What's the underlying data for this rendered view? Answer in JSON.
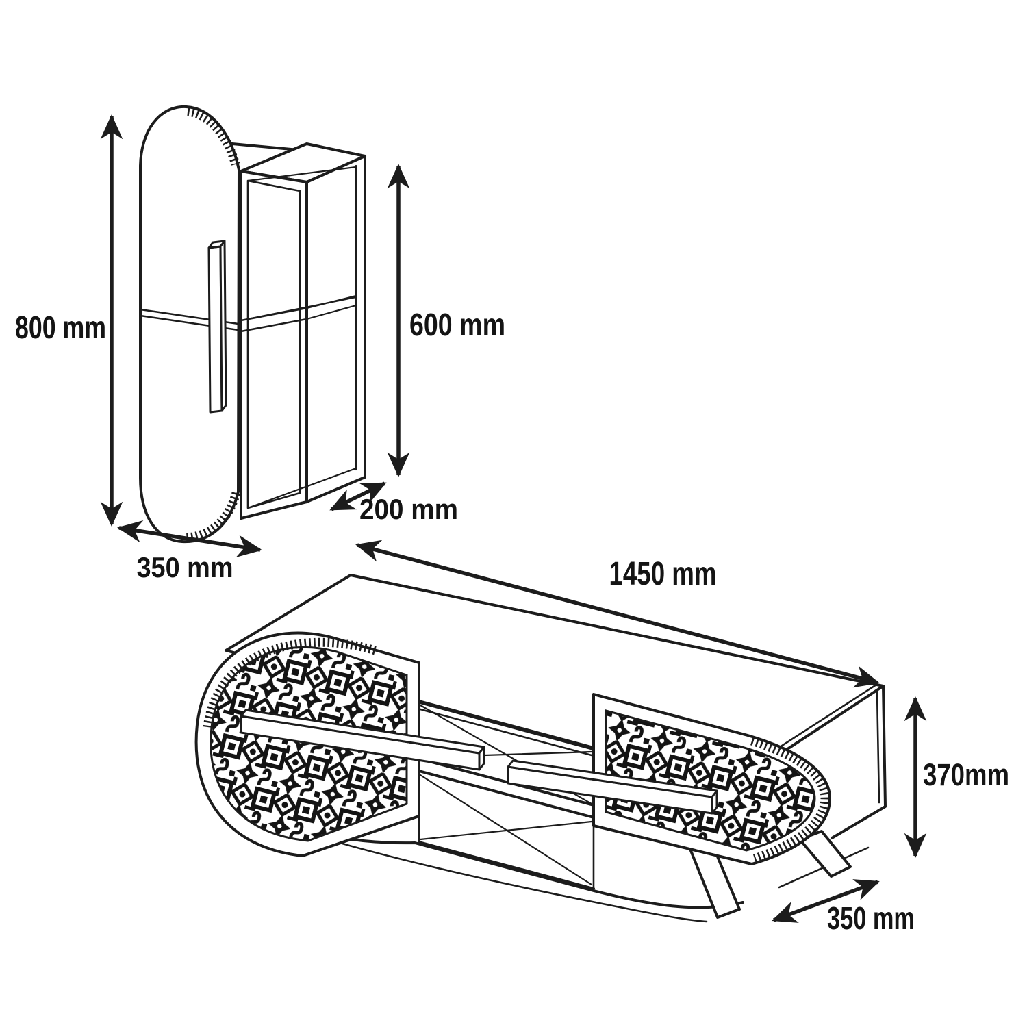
{
  "page": {
    "background": "#ffffff",
    "line_color": "#1c1c1c",
    "text_color": "#141414"
  },
  "figure": {
    "kind": "furniture dimension line drawing",
    "items": [
      {
        "id": "wall-cabinet",
        "description": "wall-hung cabinet with oval pill-shaped door and open shelf box",
        "dimensions": {
          "overall_height": "800 mm",
          "box_height": "600 mm",
          "depth": "200 mm",
          "width": "350 mm"
        }
      },
      {
        "id": "tv-stand",
        "description": "TV stand with rounded patterned doors, open middle shelves and splayed legs",
        "dimensions": {
          "width": "1450 mm",
          "height": "370mm",
          "depth": "350 mm"
        }
      }
    ]
  },
  "labels": {
    "cabinet_height": "800 mm",
    "cabinet_box_height": "600 mm",
    "cabinet_depth": "200 mm",
    "cabinet_width": "350 mm",
    "stand_width": "1450 mm",
    "stand_height": "370mm",
    "stand_depth": "350 mm"
  }
}
